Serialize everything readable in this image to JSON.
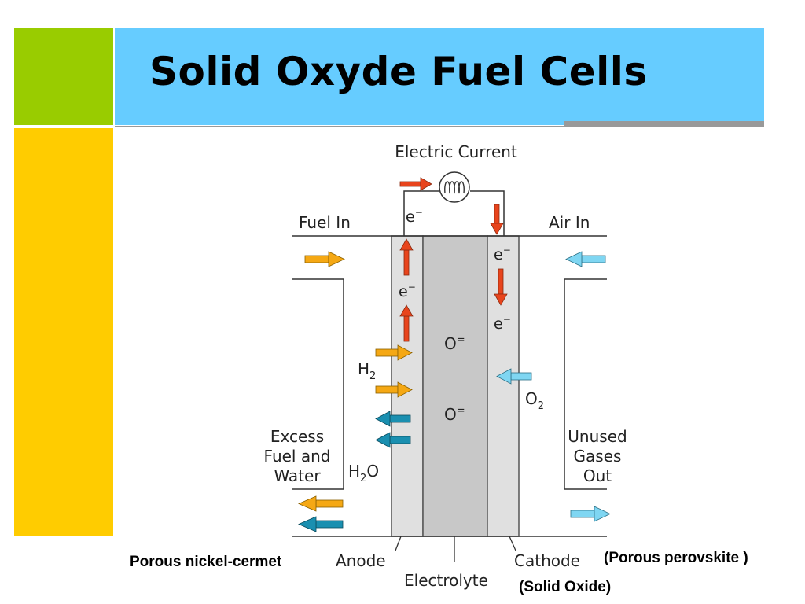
{
  "header": {
    "title": "Solid Oxyde Fuel Cells"
  },
  "diagram": {
    "electric_current": "Electric Current",
    "fuel_in": "Fuel In",
    "air_in": "Air In",
    "electron": "e",
    "electron_sup": "−",
    "oxide_ion": "O",
    "oxide_sup": "=",
    "h2_base": "H",
    "h2_sub": "2",
    "o2_base": "O",
    "o2_sub": "2",
    "h2o_h": "H",
    "h2o_sub": "2",
    "h2o_o": "O",
    "excess_line1": "Excess",
    "excess_line2": "Fuel and",
    "excess_line3": "Water",
    "unused_line1": "Unused",
    "unused_line2": "Gases",
    "unused_line3": "Out",
    "anode": "Anode",
    "electrolyte": "Electrolyte",
    "cathode": "Cathode"
  },
  "captions": {
    "anode_material": "Porous nickel-cermet",
    "cathode_material": "(Porous perovskite )",
    "electrolyte_material": "(Solid Oxide)"
  },
  "colors": {
    "green": "#99cc00",
    "yellow": "#ffcc00",
    "header_blue": "#66ccff",
    "electron_arrow": "#e8441c",
    "fuel_arrow": "#f5a814",
    "water_arrow": "#1a8fb0",
    "air_arrow": "#7fd6f2",
    "anode_fill": "#e0e0e0",
    "electrolyte_fill": "#c8c8c8"
  }
}
